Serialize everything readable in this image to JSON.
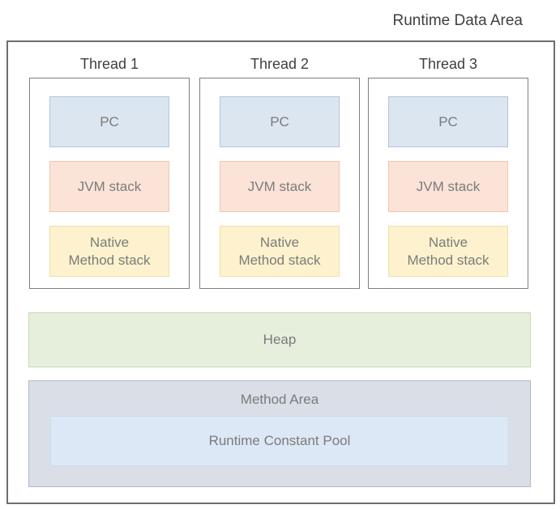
{
  "title": "Runtime Data Area",
  "threads": [
    {
      "label": "Thread 1",
      "cells": [
        {
          "label": "PC"
        },
        {
          "label": "JVM stack"
        },
        {
          "label": "Native\nMethod stack"
        }
      ]
    },
    {
      "label": "Thread 2",
      "cells": [
        {
          "label": "PC"
        },
        {
          "label": "JVM stack"
        },
        {
          "label": "Native\nMethod stack"
        }
      ]
    },
    {
      "label": "Thread 3",
      "cells": [
        {
          "label": "PC"
        },
        {
          "label": "JVM stack"
        },
        {
          "label": "Native\nMethod stack"
        }
      ]
    }
  ],
  "heap": {
    "label": "Heap"
  },
  "method_area": {
    "label": "Method Area",
    "runtime_constant_pool": {
      "label": "Runtime Constant Pool"
    }
  },
  "colors": {
    "pc_fill": "#dce6f1",
    "pc_border": "#b1c5dd",
    "jvm_fill": "#fbe3d8",
    "jvm_border": "#f2c6ab",
    "native_fill": "#fdf2cd",
    "native_border": "#eee0a7",
    "heap_fill": "#e6efdc",
    "heap_border": "#c8d9b4",
    "method_fill": "#d9dee7",
    "method_border": "#aebac9",
    "pool_fill": "#dce8f5",
    "pool_border": "#cbdff0",
    "outer_border": "#6e6e6e",
    "thread_border": "#7f7f7f",
    "title_text": "#3f3f3f",
    "label_text": "#7b7b7b"
  }
}
